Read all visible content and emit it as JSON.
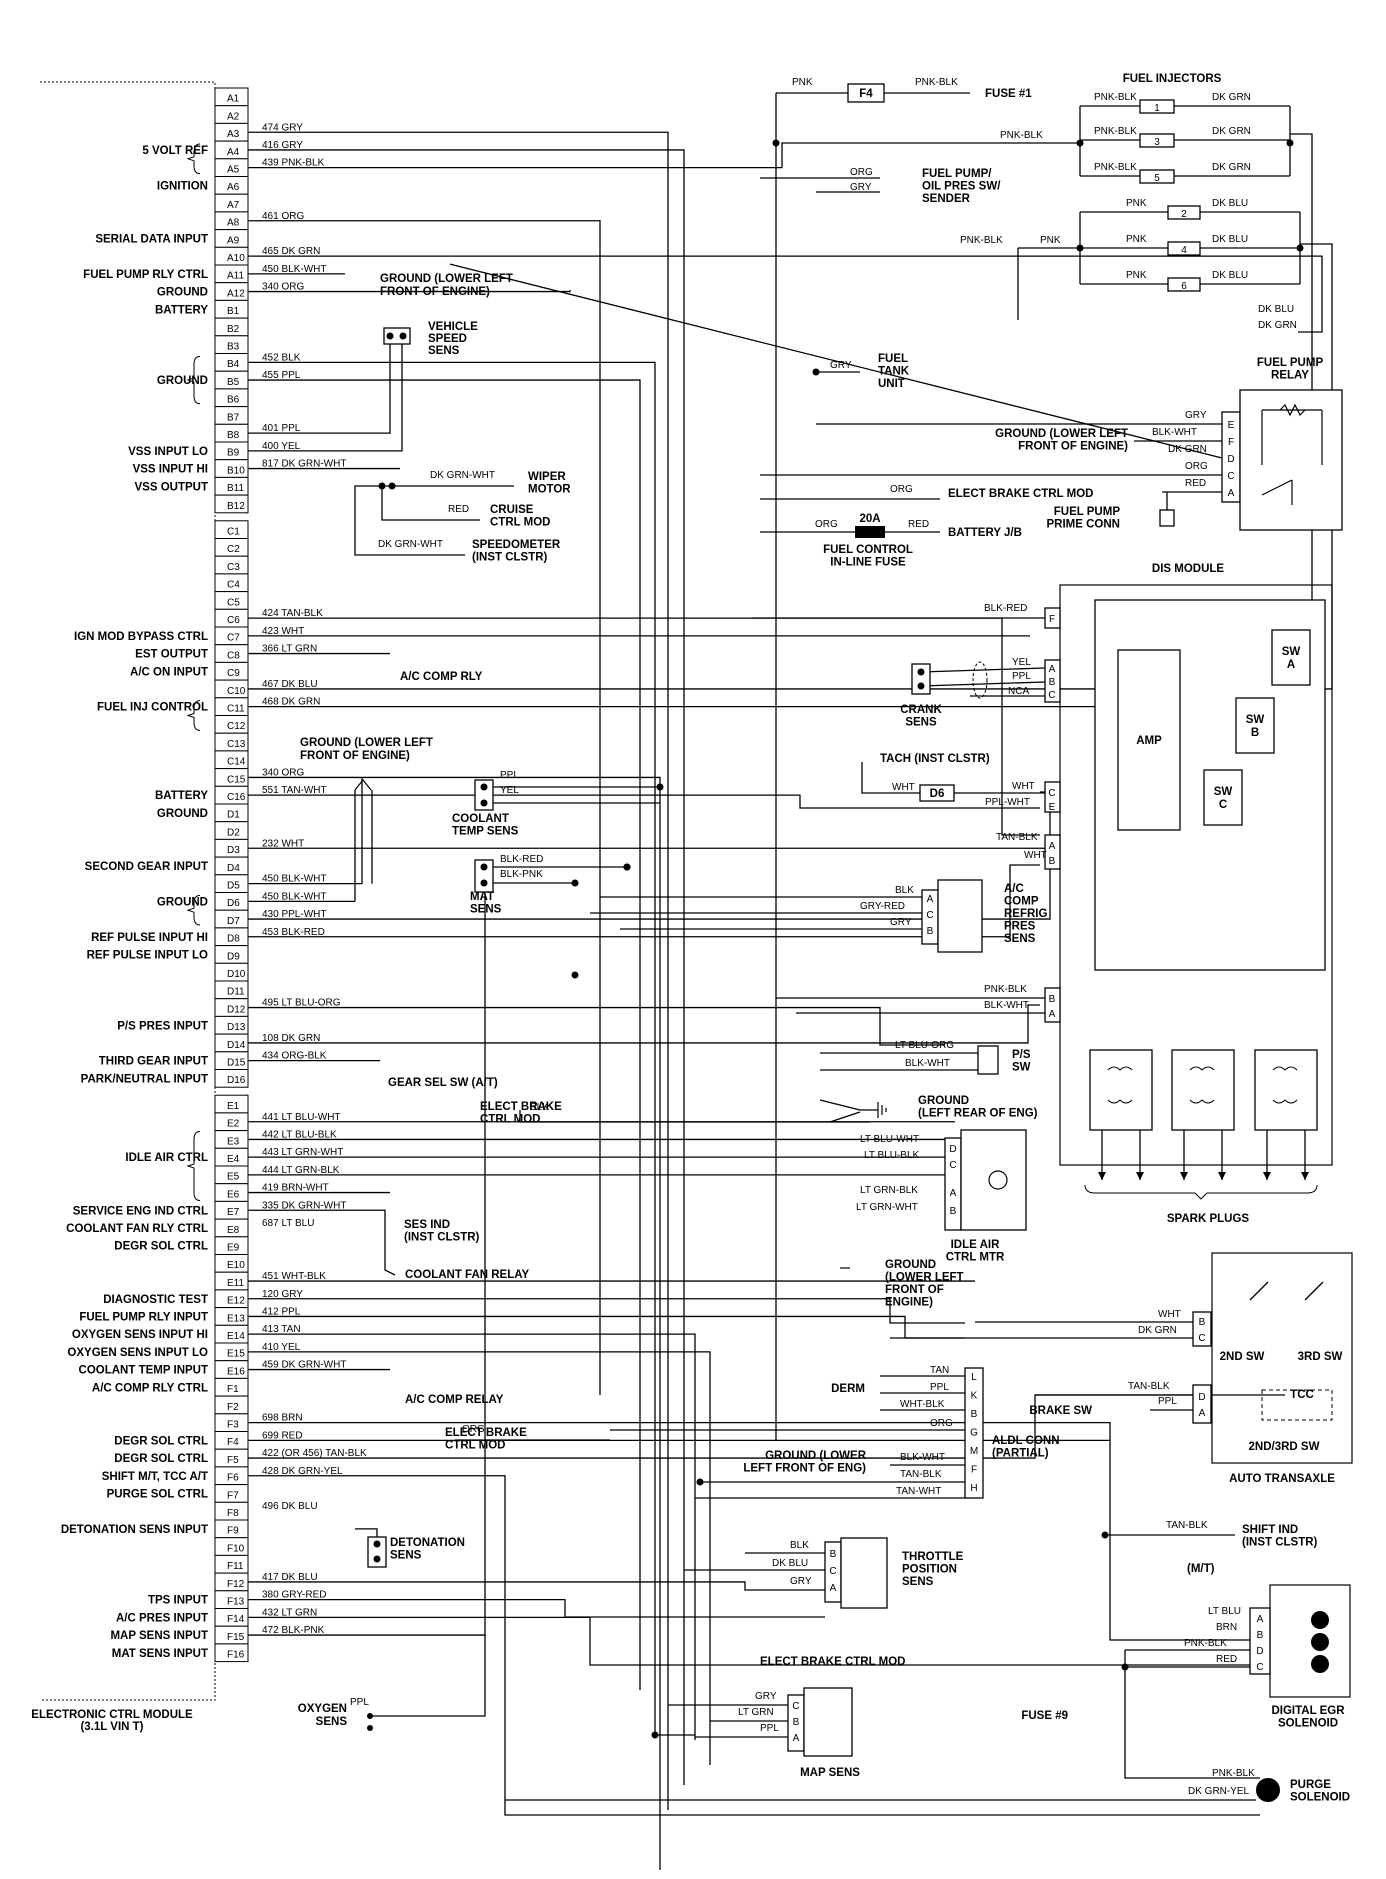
{
  "ecm": {
    "title_line1": "ELECTRONIC CTRL MODULE",
    "title_line2": "(3.1L VIN T)"
  },
  "pins": [
    "A1",
    "A2",
    "A3",
    "A4",
    "A5",
    "A6",
    "A7",
    "A8",
    "A9",
    "A10",
    "A11",
    "A12",
    "B1",
    "B2",
    "B3",
    "B4",
    "B5",
    "B6",
    "B7",
    "B8",
    "B9",
    "B10",
    "B11",
    "B12",
    "C1",
    "C2",
    "C3",
    "C4",
    "C5",
    "C6",
    "C7",
    "C8",
    "C9",
    "C10",
    "C11",
    "C12",
    "C13",
    "C14",
    "C15",
    "C16",
    "D1",
    "D2",
    "D3",
    "D4",
    "D5",
    "D6",
    "D7",
    "D8",
    "D9",
    "D10",
    "D11",
    "D12",
    "D13",
    "D14",
    "D15",
    "D16",
    "E1",
    "E2",
    "E3",
    "E4",
    "E5",
    "E6",
    "E7",
    "E8",
    "E9",
    "E10",
    "E11",
    "E12",
    "E13",
    "E14",
    "E15",
    "E16",
    "F1",
    "F2",
    "F3",
    "F4",
    "F5",
    "F6",
    "F7",
    "F8",
    "F9",
    "F10",
    "F11",
    "F12",
    "F13",
    "F14",
    "F15",
    "F16"
  ],
  "pin_functions": [
    {
      "pin": "A4",
      "text": "5 VOLT REF"
    },
    {
      "pin": "A6",
      "text": "IGNITION"
    },
    {
      "pin": "A9",
      "text": "SERIAL DATA INPUT"
    },
    {
      "pin": "A11",
      "text": "FUEL PUMP RLY CTRL"
    },
    {
      "pin": "A12",
      "text": "GROUND"
    },
    {
      "pin": "B1",
      "text": "BATTERY"
    },
    {
      "pin": "B5",
      "text": "GROUND"
    },
    {
      "pin": "B9",
      "text": "VSS INPUT LO"
    },
    {
      "pin": "B10",
      "text": "VSS INPUT HI"
    },
    {
      "pin": "B11",
      "text": "VSS OUTPUT"
    },
    {
      "pin": "C7",
      "text": "IGN MOD BYPASS CTRL"
    },
    {
      "pin": "C8",
      "text": "EST OUTPUT"
    },
    {
      "pin": "C9",
      "text": "A/C ON INPUT"
    },
    {
      "pin": "C11",
      "text": "FUEL INJ CONTROL"
    },
    {
      "pin": "C16",
      "text": "BATTERY"
    },
    {
      "pin": "D1",
      "text": "GROUND"
    },
    {
      "pin": "D4",
      "text": "SECOND GEAR INPUT"
    },
    {
      "pin": "D6",
      "text": "GROUND"
    },
    {
      "pin": "D8",
      "text": "REF PULSE INPUT HI"
    },
    {
      "pin": "D9",
      "text": "REF PULSE INPUT LO"
    },
    {
      "pin": "D13",
      "text": "P/S PRES INPUT"
    },
    {
      "pin": "D15",
      "text": "THIRD GEAR INPUT"
    },
    {
      "pin": "D16",
      "text": "PARK/NEUTRAL INPUT"
    },
    {
      "pin": "E4",
      "text": "IDLE AIR CTRL"
    },
    {
      "pin": "E7",
      "text": "SERVICE ENG IND CTRL"
    },
    {
      "pin": "E8",
      "text": "COOLANT FAN RLY CTRL"
    },
    {
      "pin": "E9",
      "text": "DEGR SOL CTRL"
    },
    {
      "pin": "E12",
      "text": "DIAGNOSTIC TEST"
    },
    {
      "pin": "E13",
      "text": "FUEL PUMP RLY INPUT"
    },
    {
      "pin": "E14",
      "text": "OXYGEN SENS INPUT HI"
    },
    {
      "pin": "E15",
      "text": "OXYGEN SENS INPUT LO"
    },
    {
      "pin": "E16",
      "text": "COOLANT TEMP INPUT"
    },
    {
      "pin": "F1",
      "text": "A/C COMP RLY CTRL"
    },
    {
      "pin": "F4",
      "text": "DEGR SOL CTRL"
    },
    {
      "pin": "F5",
      "text": "DEGR SOL CTRL"
    },
    {
      "pin": "F6",
      "text": "SHIFT M/T, TCC A/T"
    },
    {
      "pin": "F7",
      "text": "PURGE SOL CTRL"
    },
    {
      "pin": "F9",
      "text": "DETONATION SENS INPUT"
    },
    {
      "pin": "F13",
      "text": "TPS INPUT"
    },
    {
      "pin": "F14",
      "text": "A/C PRES INPUT"
    },
    {
      "pin": "F15",
      "text": "MAP SENS INPUT"
    },
    {
      "pin": "F16",
      "text": "MAT SENS INPUT"
    }
  ],
  "wires": [
    {
      "pin": "A3",
      "text": "474 GRY"
    },
    {
      "pin": "A4",
      "text": "416 GRY"
    },
    {
      "pin": "A5",
      "text": "439 PNK-BLK"
    },
    {
      "pin": "A8",
      "text": "461 ORG"
    },
    {
      "pin": "A10",
      "text": "465 DK GRN"
    },
    {
      "pin": "A11",
      "text": "450 BLK-WHT"
    },
    {
      "pin": "A12",
      "text": "340 ORG"
    },
    {
      "pin": "B4",
      "text": "452 BLK"
    },
    {
      "pin": "B5",
      "text": "455 PPL"
    },
    {
      "pin": "B8",
      "text": "401 PPL"
    },
    {
      "pin": "B9",
      "text": "400 YEL"
    },
    {
      "pin": "B10",
      "text": "817 DK GRN-WHT"
    },
    {
      "pin": "C6",
      "text": "424 TAN-BLK"
    },
    {
      "pin": "C7",
      "text": "423 WHT"
    },
    {
      "pin": "C8",
      "text": "366 LT GRN"
    },
    {
      "pin": "C10",
      "text": "467 DK BLU"
    },
    {
      "pin": "C11",
      "text": "468 DK GRN"
    },
    {
      "pin": "C15",
      "text": "340 ORG"
    },
    {
      "pin": "C16",
      "text": "551 TAN-WHT"
    },
    {
      "pin": "D3",
      "text": "232 WHT"
    },
    {
      "pin": "D5",
      "text": "450 BLK-WHT"
    },
    {
      "pin": "D6",
      "text": "450 BLK-WHT"
    },
    {
      "pin": "D7",
      "text": "430 PPL-WHT"
    },
    {
      "pin": "D8",
      "text": "453 BLK-RED"
    },
    {
      "pin": "D12",
      "text": "495 LT BLU-ORG"
    },
    {
      "pin": "D14",
      "text": "108 DK GRN"
    },
    {
      "pin": "D15",
      "text": "434 ORG-BLK"
    },
    {
      "pin": "E2",
      "text": "441 LT BLU-WHT"
    },
    {
      "pin": "E3",
      "text": "442 LT BLU-BLK"
    },
    {
      "pin": "E4",
      "text": "443 LT GRN-WHT"
    },
    {
      "pin": "E5",
      "text": "444 LT GRN-BLK"
    },
    {
      "pin": "E6",
      "text": "419 BRN-WHT"
    },
    {
      "pin": "E7",
      "text": "335 DK GRN-WHT"
    },
    {
      "pin": "E8",
      "text": "687 LT BLU"
    },
    {
      "pin": "E11",
      "text": "451 WHT-BLK"
    },
    {
      "pin": "E12",
      "text": "120 GRY"
    },
    {
      "pin": "E13",
      "text": "412 PPL"
    },
    {
      "pin": "E14",
      "text": "413 TAN"
    },
    {
      "pin": "E15",
      "text": "410 YEL"
    },
    {
      "pin": "E16",
      "text": "459 DK GRN-WHT"
    },
    {
      "pin": "F3",
      "text": "698 BRN"
    },
    {
      "pin": "F4",
      "text": "699 RED"
    },
    {
      "pin": "F5",
      "text": "422 (OR 456) TAN-BLK"
    },
    {
      "pin": "F6",
      "text": "428 DK GRN-YEL"
    },
    {
      "pin": "F8",
      "text": "496 DK BLU"
    },
    {
      "pin": "F12",
      "text": "417 DK BLU"
    },
    {
      "pin": "F13",
      "text": "380 GRY-RED"
    },
    {
      "pin": "F14",
      "text": "432 LT GRN"
    },
    {
      "pin": "F15",
      "text": "472 BLK-PNK"
    }
  ],
  "labels": {
    "vehicle_speed_sens": [
      "VEHICLE",
      "SPEED",
      "SENS"
    ],
    "ground_front_engine": [
      "GROUND (LOWER LEFT",
      "FRONT OF ENGINE)"
    ],
    "wiper_motor": [
      "WIPER",
      "MOTOR"
    ],
    "cruise_ctrl_mod": [
      "CRUISE",
      "CTRL MOD"
    ],
    "speedometer": [
      "SPEEDOMETER",
      "(INST CLSTR)"
    ],
    "ac_comp_rly": "A/C COMP RLY",
    "ground_front_engine_c": [
      "GROUND (LOWER LEFT",
      "FRONT OF ENGINE)"
    ],
    "coolant_temp_sens": [
      "COOLANT",
      "TEMP SENS"
    ],
    "mat_sens": [
      "MAT",
      "SENS"
    ],
    "gear_sel_sw": "GEAR SEL SW (A/T)",
    "elect_brake_ctrl_mod_1": [
      "ELECT BRAKE",
      "CTRL MOD"
    ],
    "ses_ind": [
      "SES IND",
      "(INST CLSTR)"
    ],
    "coolant_fan_relay": "COOLANT FAN RELAY",
    "ac_comp_relay": "A/C COMP RELAY",
    "elect_brake_ctrl_mod_2": [
      "ELECT BRAKE",
      "CTRL MOD"
    ],
    "detonation_sens": [
      "DETONATION",
      "SENS"
    ],
    "oxygen_sens": [
      "OXYGEN",
      "SENS"
    ],
    "fuel_injectors": "FUEL INJECTORS",
    "fuse_1": "FUSE #1",
    "f4": "F4",
    "fuel_pump_oil_pres": [
      "FUEL PUMP/",
      "OIL PRES SW/",
      "SENDER"
    ],
    "fuel_tank_unit": [
      "FUEL",
      "TANK",
      "UNIT"
    ],
    "fuel_pump_relay": [
      "FUEL PUMP",
      "RELAY"
    ],
    "ground_fp_relay": [
      "GROUND (LOWER LEFT",
      "FRONT OF ENGINE)"
    ],
    "elect_brake_ctrl_mod_3": "ELECT BRAKE CTRL MOD",
    "fuel_pump_prime_conn": [
      "FUEL PUMP",
      "PRIME CONN"
    ],
    "fuel_ctrl_fuse": [
      "FUEL CONTROL",
      "IN-LINE FUSE"
    ],
    "fuse_20a": "20A",
    "battery_jb": "BATTERY J/B",
    "dis_module": "DIS MODULE",
    "crank_sens": [
      "CRANK",
      "SENS"
    ],
    "tach": "TACH (INST CLSTR)",
    "d6": "D6",
    "amp": "AMP",
    "sw_a": [
      "SW",
      "A"
    ],
    "sw_b": [
      "SW",
      "B"
    ],
    "sw_c": [
      "SW",
      "C"
    ],
    "ac_comp_refrig": [
      "A/C",
      "COMP",
      "REFRIG",
      "PRES",
      "SENS"
    ],
    "ps_sw": [
      "P/S",
      "SW"
    ],
    "ground_rear": [
      "GROUND",
      "(LEFT REAR OF ENG)"
    ],
    "spark_plugs": "SPARK PLUGS",
    "idle_air_ctrl_mtr": [
      "IDLE AIR",
      "CTRL MTR"
    ],
    "ground_lower_left": [
      "GROUND",
      "(LOWER LEFT",
      "FRONT OF",
      "ENGINE)"
    ],
    "sw_2nd": "2ND SW",
    "sw_3rd": "3RD SW",
    "derm": "DERM",
    "brake_sw": "BRAKE SW",
    "tcc": "TCC",
    "sw_2nd3rd": "2ND/3RD SW",
    "auto_transaxle": "AUTO TRANSAXLE",
    "aldl_conn": [
      "ALDL CONN",
      "(PARTIAL)"
    ],
    "ground_aldl": [
      "GROUND (LOWER",
      "LEFT FRONT OF ENG)"
    ],
    "elect_brake_ctrl_mod_4": "ELECT BRAKE CTRL MOD",
    "shift_ind": [
      "SHIFT IND",
      "(INST CLSTR)"
    ],
    "mt": "(M/T)",
    "throttle_pos_sens": [
      "THROTTLE",
      "POSITION",
      "SENS"
    ],
    "digital_egr": [
      "DIGITAL EGR",
      "SOLENOID"
    ],
    "fuse_9": "FUSE #9",
    "purge_solenoid": [
      "PURGE",
      "SOLENOID"
    ],
    "map_sens": "MAP SENS"
  },
  "right_wires": {
    "pnk_f4": "PNK",
    "pnk_blk_fuse1": "PNK-BLK",
    "inj_pnk_blk_1": "PNK-BLK",
    "inj_dkgrn_1": "DK GRN",
    "inj_pnk_blk_main": "PNK-BLK",
    "inj_pnk_blk_3": "PNK-BLK",
    "inj_dkgrn_3": "DK GRN",
    "inj_pnk_blk_5": "PNK-BLK",
    "inj_dkgrn_5": "DK GRN",
    "fp_org": "ORG",
    "fp_gry": "GRY",
    "inj_pnk_2": "PNK",
    "inj_dkblu_2": "DK BLU",
    "inj_pnk_blk_b": "PNK-BLK",
    "inj_pnk_b": "PNK",
    "inj_pnk_4": "PNK",
    "inj_dkblu_4": "DK BLU",
    "inj_pnk_6": "PNK",
    "inj_dkblu_6": "DK BLU",
    "dkblu_ret": "DK BLU",
    "dkgrn_ret": "DK GRN",
    "gry_tank": "GRY",
    "rly_gry": "GRY",
    "rly_blkwht": "BLK-WHT",
    "rly_dkgrn": "DK GRN",
    "rly_org": "ORG",
    "rly_red": "RED",
    "ebcm_org": "ORG",
    "fuse_org": "ORG",
    "fuse_red": "RED",
    "dis_blkred": "BLK-RED",
    "dis_yel": "YEL",
    "dis_ppl": "PPL",
    "dis_nca": "NCA",
    "dis_wht": "WHT",
    "dis_wht2": "WHT",
    "dis_pplwht": "PPL-WHT",
    "dis_tanblk": "TAN-BLK",
    "dis_wht3": "WHT",
    "ac_blk": "BLK",
    "ac_gryred": "GRY-RED",
    "ac_gry": "GRY",
    "dis_pnkblk": "PNK-BLK",
    "dis_blkwht": "BLK-WHT",
    "ps_ltbluorg": "LT BLU-ORG",
    "ps_blkwht": "BLK-WHT",
    "ctc_ppl": "PPL",
    "ctc_yel": "YEL",
    "mat_blkred": "BLK-RED",
    "mat_blkpnk": "BLK-PNK",
    "ebcm_blk": "BLK",
    "iac_ltbluwht": "LT BLU-WHT",
    "iac_ltblublk": "LT BLU-BLK",
    "iac_ltgrnblk": "LT GRN-BLK",
    "iac_ltgrnwht": "LT GRN-WHT",
    "wiper_dkgrnwht": "DK GRN-WHT",
    "cruise_red": "RED",
    "speedo_dkgrnwht": "DK GRN-WHT",
    "ta_wht": "WHT",
    "ta_dkgrn": "DK GRN",
    "derm_tan": "TAN",
    "derm_ppl": "PPL",
    "derm_whtblk": "WHT-BLK",
    "ta_tanblk": "TAN-BLK",
    "ta_ppl": "PPL",
    "aldl_org": "ORG",
    "ebcm2_org": "ORG",
    "aldl_blkwht": "BLK-WHT",
    "aldl_tanblk": "TAN-BLK",
    "aldl_tanwht": "TAN-WHT",
    "shift_tanblk": "TAN-BLK",
    "tps_blk": "BLK",
    "tps_dkblu": "DK BLU",
    "tps_gry": "GRY",
    "egr_ltblu": "LT BLU",
    "egr_brn": "BRN",
    "egr_pnkblk": "PNK-BLK",
    "egr_red": "RED",
    "map_gry": "GRY",
    "map_ltgrn": "LT GRN",
    "map_ppl": "PPL",
    "purge_pnkblk": "PNK-BLK",
    "purge_dkgrnyel": "DK GRN-YEL",
    "o2_ppl": "PPL"
  },
  "connector_pins": {
    "fp_relay": [
      "E",
      "F",
      "D",
      "C",
      "A"
    ],
    "dis_top": [
      "F"
    ],
    "dis_crank": [
      "A",
      "B",
      "C"
    ],
    "dis_tach": [
      "C",
      "E"
    ],
    "dis_est": [
      "A",
      "B"
    ],
    "ac": [
      "A",
      "C",
      "B"
    ],
    "dis_pwr": [
      "B",
      "A"
    ],
    "iac": [
      "D",
      "C",
      "A",
      "B"
    ],
    "ta_sw": [
      "B",
      "C"
    ],
    "ta_brake": [
      "D",
      "A"
    ],
    "aldl": [
      "L",
      "K",
      "B",
      "G",
      "M",
      "F",
      "H"
    ],
    "tps": [
      "B",
      "C",
      "A"
    ],
    "egr": [
      "A",
      "B",
      "D",
      "C"
    ],
    "map": [
      "C",
      "B",
      "A"
    ],
    "injectors": [
      "1",
      "3",
      "5",
      "2",
      "4",
      "6"
    ]
  }
}
